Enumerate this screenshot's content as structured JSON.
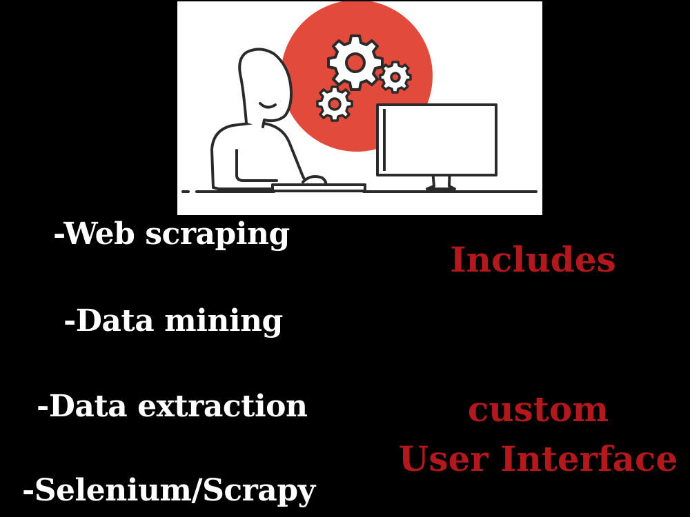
{
  "services": [
    "-Web scraping",
    "-Data mining",
    "-Data extraction",
    "-Selenium/Scrapy"
  ],
  "highlights": {
    "includes": "Includes",
    "custom": "custom",
    "user_interface": "User Interface"
  },
  "colors": {
    "background": "#000000",
    "service_text": "#ffffff",
    "highlight_text": "#b3191c",
    "illustration_accent": "#e24a3b",
    "illustration_line": "#2a2a2a"
  },
  "illustration": {
    "depicts": "person-at-computer-with-gears-icon"
  }
}
